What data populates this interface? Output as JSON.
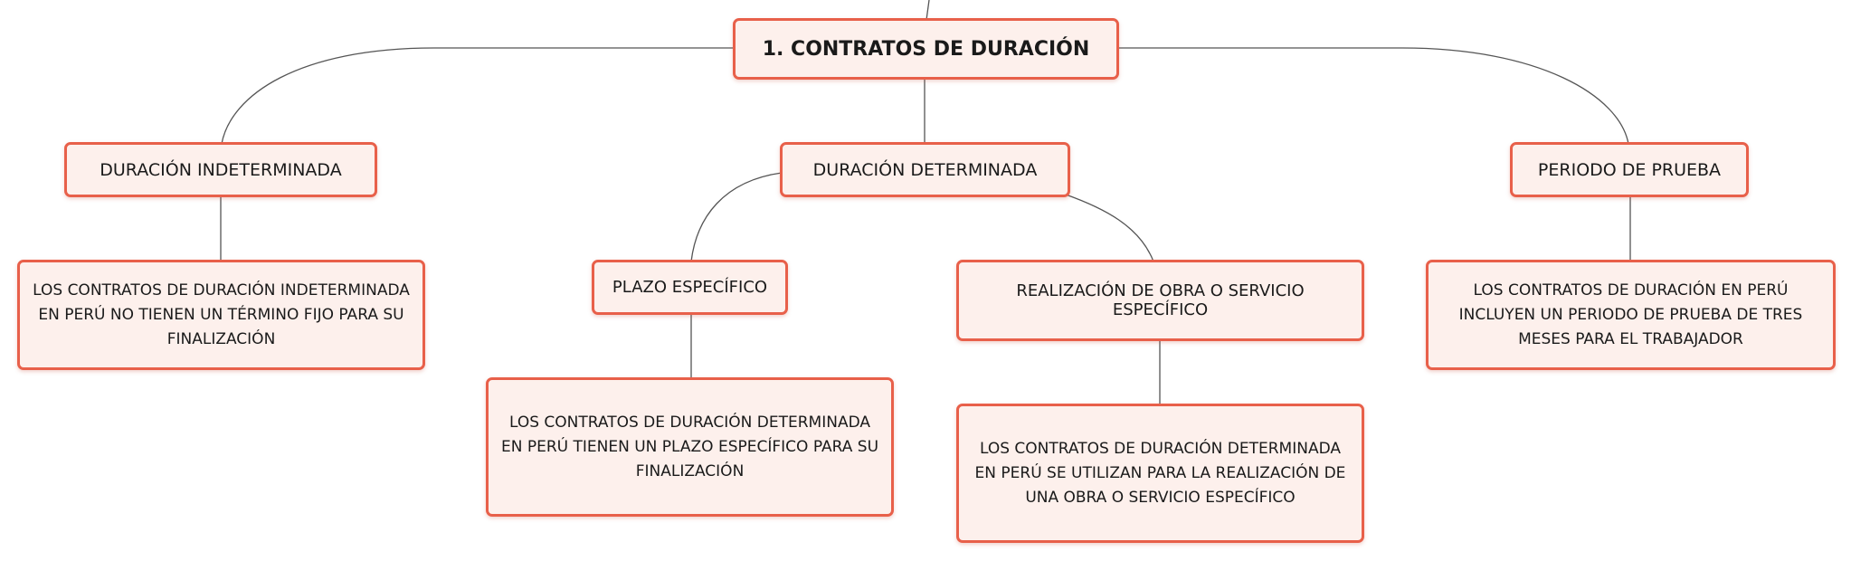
{
  "diagram": {
    "root": {
      "label": "1. CONTRATOS DE DURACIÓN"
    },
    "branches": {
      "indeterminada": {
        "label": "DURACIÓN INDETERMINADA",
        "detail": "LOS CONTRATOS DE DURACIÓN INDETERMINADA EN PERÚ NO TIENEN UN TÉRMINO FIJO PARA SU FINALIZACIÓN"
      },
      "determinada": {
        "label": "DURACIÓN DETERMINADA",
        "children": {
          "plazo": {
            "label": "PLAZO ESPECÍFICO",
            "detail": "LOS CONTRATOS DE DURACIÓN DETERMINADA EN PERÚ TIENEN UN PLAZO ESPECÍFICO PARA SU FINALIZACIÓN"
          },
          "obra": {
            "label": "REALIZACIÓN DE OBRA O SERVICIO ESPECÍFICO",
            "detail": "LOS CONTRATOS DE DURACIÓN DETERMINADA EN PERÚ SE UTILIZAN PARA LA REALIZACIÓN DE UNA OBRA O SERVICIO ESPECÍFICO"
          }
        }
      },
      "prueba": {
        "label": "PERIODO DE PRUEBA",
        "detail": "LOS CONTRATOS DE DURACIÓN EN PERÚ INCLUYEN UN PERIODO DE PRUEBA DE TRES MESES PARA EL TRABAJADOR"
      }
    }
  },
  "colors": {
    "node_border": "#e8604a",
    "node_fill": "#fdf0ec",
    "connector": "#555555"
  }
}
